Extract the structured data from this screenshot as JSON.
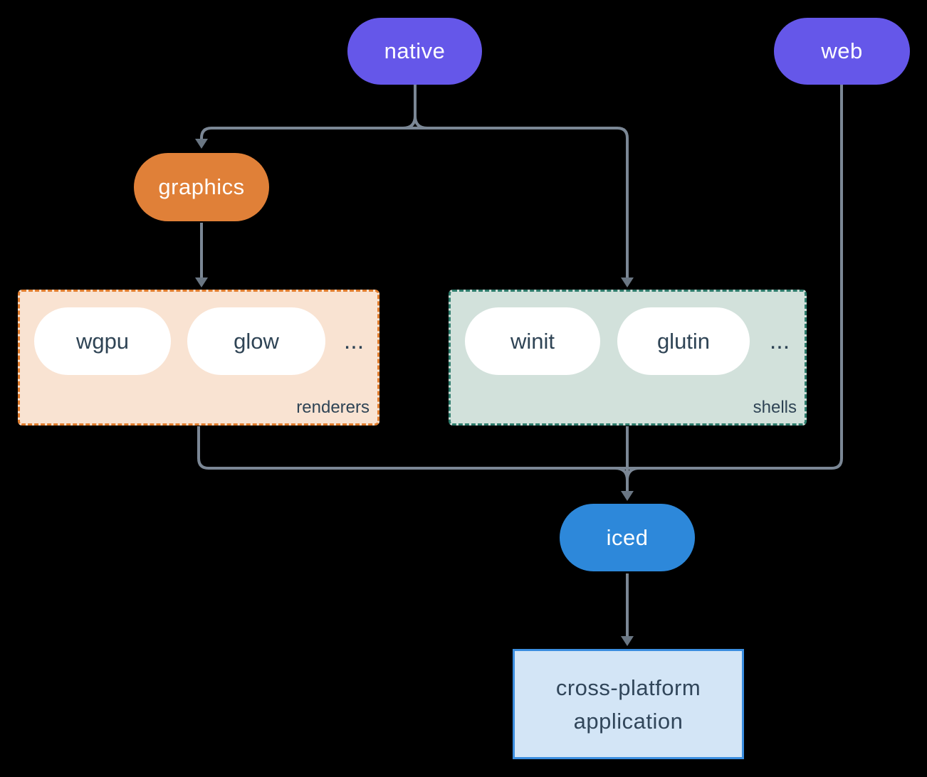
{
  "diagram": {
    "nodes": {
      "native": {
        "label": "native",
        "color": "#6557e9"
      },
      "web": {
        "label": "web",
        "color": "#6557e9"
      },
      "graphics": {
        "label": "graphics",
        "color": "#e08038"
      },
      "iced": {
        "label": "iced",
        "color": "#2d88da"
      },
      "application": {
        "line1": "cross-platform",
        "line2": "application"
      }
    },
    "groups": {
      "renderers": {
        "label": "renderers",
        "items": [
          "wgpu",
          "glow"
        ],
        "ellipsis": "..."
      },
      "shells": {
        "label": "shells",
        "items": [
          "winit",
          "glutin"
        ],
        "ellipsis": "..."
      }
    },
    "edges": [
      {
        "from": "native",
        "to": "graphics"
      },
      {
        "from": "native",
        "to": "shells"
      },
      {
        "from": "graphics",
        "to": "renderers"
      },
      {
        "from": "renderers",
        "to": "iced"
      },
      {
        "from": "shells",
        "to": "iced"
      },
      {
        "from": "web",
        "to": "iced"
      },
      {
        "from": "iced",
        "to": "application"
      }
    ]
  },
  "colors": {
    "node_purple": "#6557e9",
    "node_orange": "#e08038",
    "node_blue": "#2d88da",
    "pill_text": "#ffffff",
    "chip_bg": "#ffffff",
    "chip_text": "#2f4455",
    "renderers_bg": "#f9e3d2",
    "renderers_border": "#e17d2e",
    "shells_bg": "#d2e1db",
    "shells_border": "#2e7c6c",
    "app_bg": "#d3e5f6",
    "app_border": "#3a8ddf",
    "app_text": "#31465a",
    "line": "#7b8795",
    "arrow": "#6a7683",
    "canvas_bg": "#000000"
  }
}
